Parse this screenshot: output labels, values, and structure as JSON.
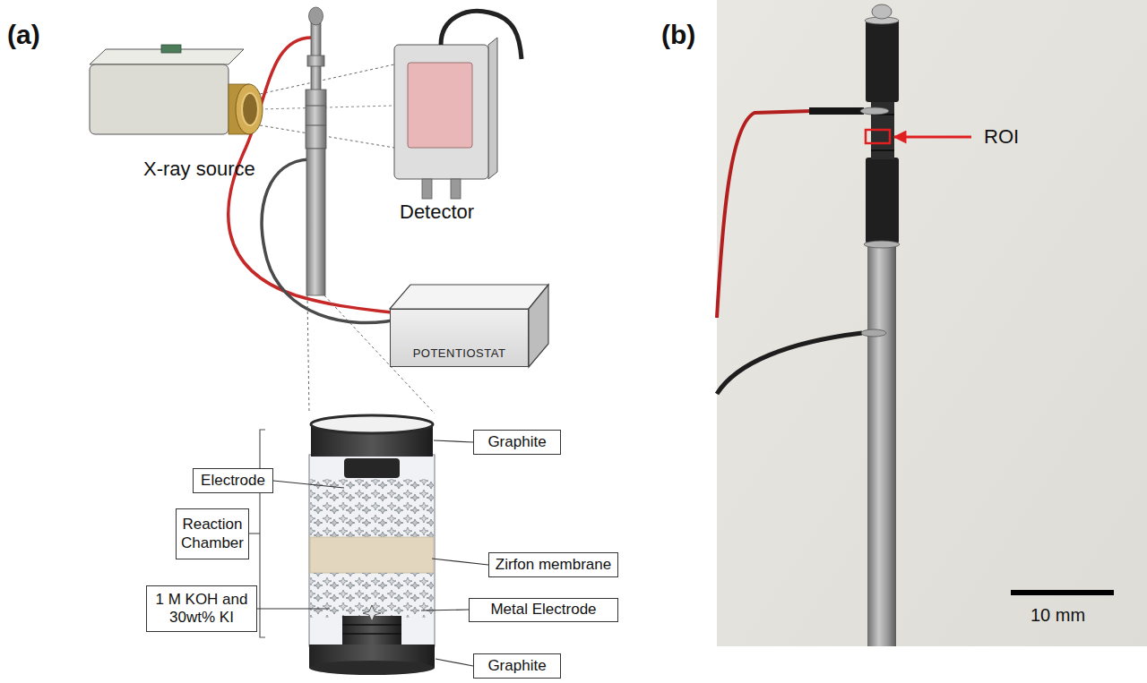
{
  "diagram": {
    "nodes": [
      {
        "text": [
          "POTENTIOSTAT"
        ]
      },
      {
        "text": [
          "Graphite"
        ]
      },
      {
        "text": [
          "Electrode"
        ]
      },
      {
        "text": [
          "Reaction Chamber"
        ]
      },
      {
        "text": [
          "Zirfon membrane"
        ]
      },
      {
        "text": [
          "1 M KOH and 30wt% KI"
        ]
      },
      {
        "text": [
          "Metal Electrode"
        ]
      },
      {
        "text": [
          "Graphite"
        ]
      }
    ],
    "labels": [
      "(a)",
      "X-ray source",
      "Detector",
      "(b)",
      "ROI",
      "10 mm"
    ]
  }
}
